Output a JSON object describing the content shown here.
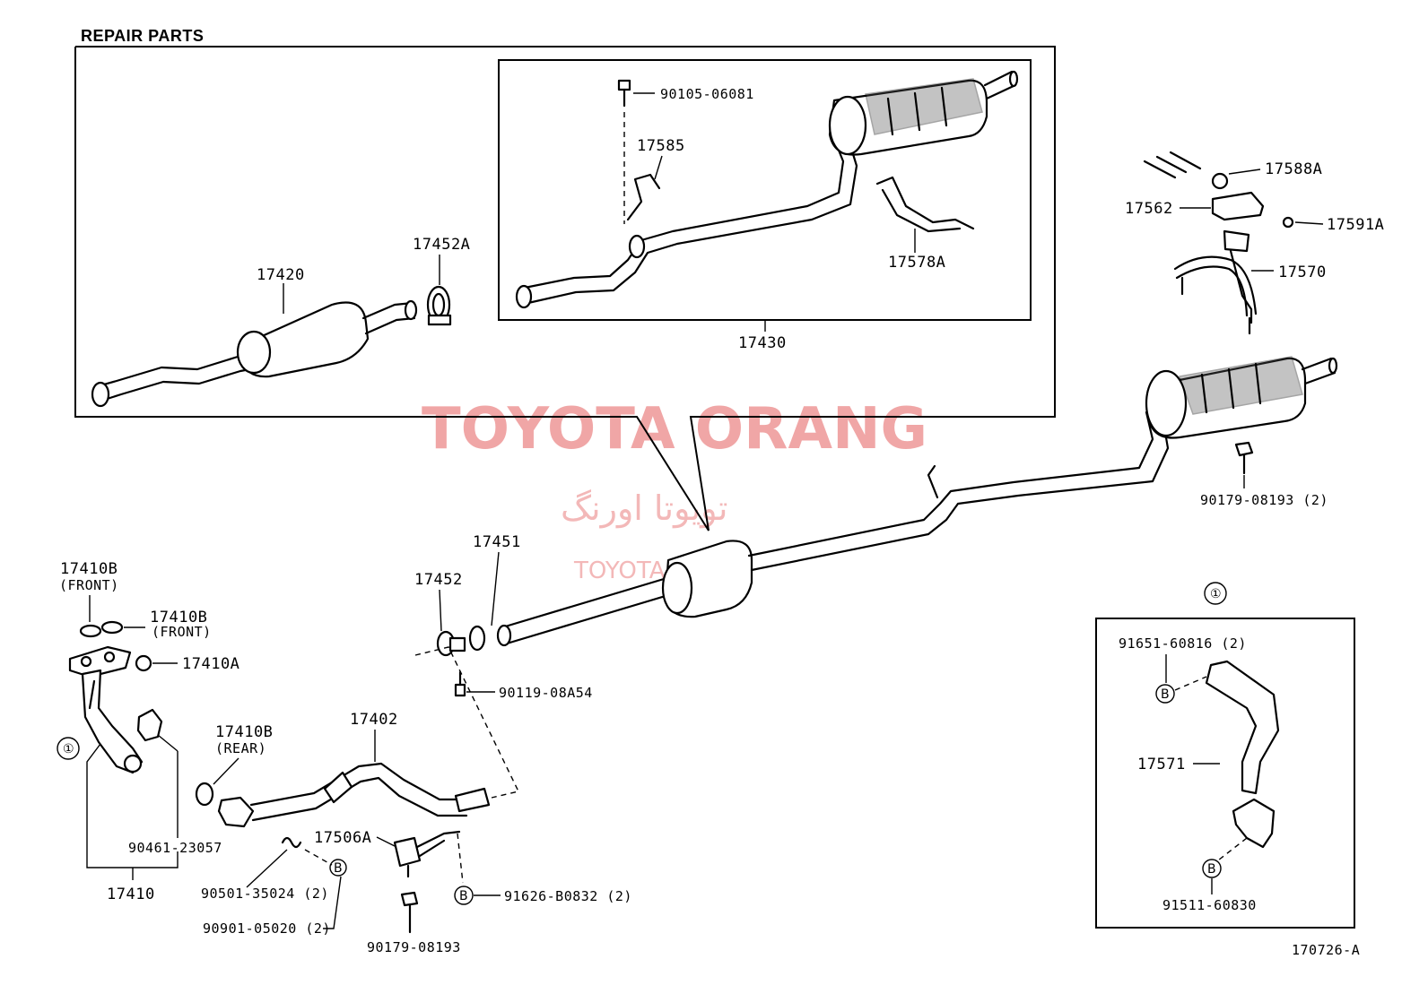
{
  "header": {
    "title": "REPAIR PARTS"
  },
  "watermark": {
    "brand": "TOYOTA ORANG",
    "persian": "تویوتا اورنگ",
    "url": "TOYOTAPART.IR",
    "color": "#f0a6a6"
  },
  "parts": {
    "p17420": "17420",
    "p17452A": "17452A",
    "p90105": "90105-06081",
    "p17585": "17585",
    "p17578A": "17578A",
    "p17430": "17430",
    "p17588A": "17588A",
    "p17562": "17562",
    "p17591A": "17591A",
    "p17570": "17570",
    "p90179_2": "90179-08193 (2)",
    "p17451": "17451",
    "p17452": "17452",
    "p90119": "90119-08A54",
    "p17410B_front1": "17410B",
    "front1": "(FRONT)",
    "p17410B_front2": "17410B",
    "front2": "(FRONT)",
    "p17410A": "17410A",
    "p17410B_rear": "17410B",
    "rear": "(REAR)",
    "p17402": "17402",
    "p90461": "90461-23057",
    "p17410": "17410",
    "p17506A": "17506A",
    "p90501": "90501-35024 (2)",
    "p90901": "90901-05020 (2)",
    "p91626": "91626-B0832 (2)",
    "p90179": "90179-08193",
    "p91651": "91651-60816 (2)",
    "p17571": "17571",
    "p91511": "91511-60830"
  },
  "markers": {
    "circle_one": "①",
    "circle_b": "B"
  },
  "footer": {
    "code": "170726-A"
  }
}
